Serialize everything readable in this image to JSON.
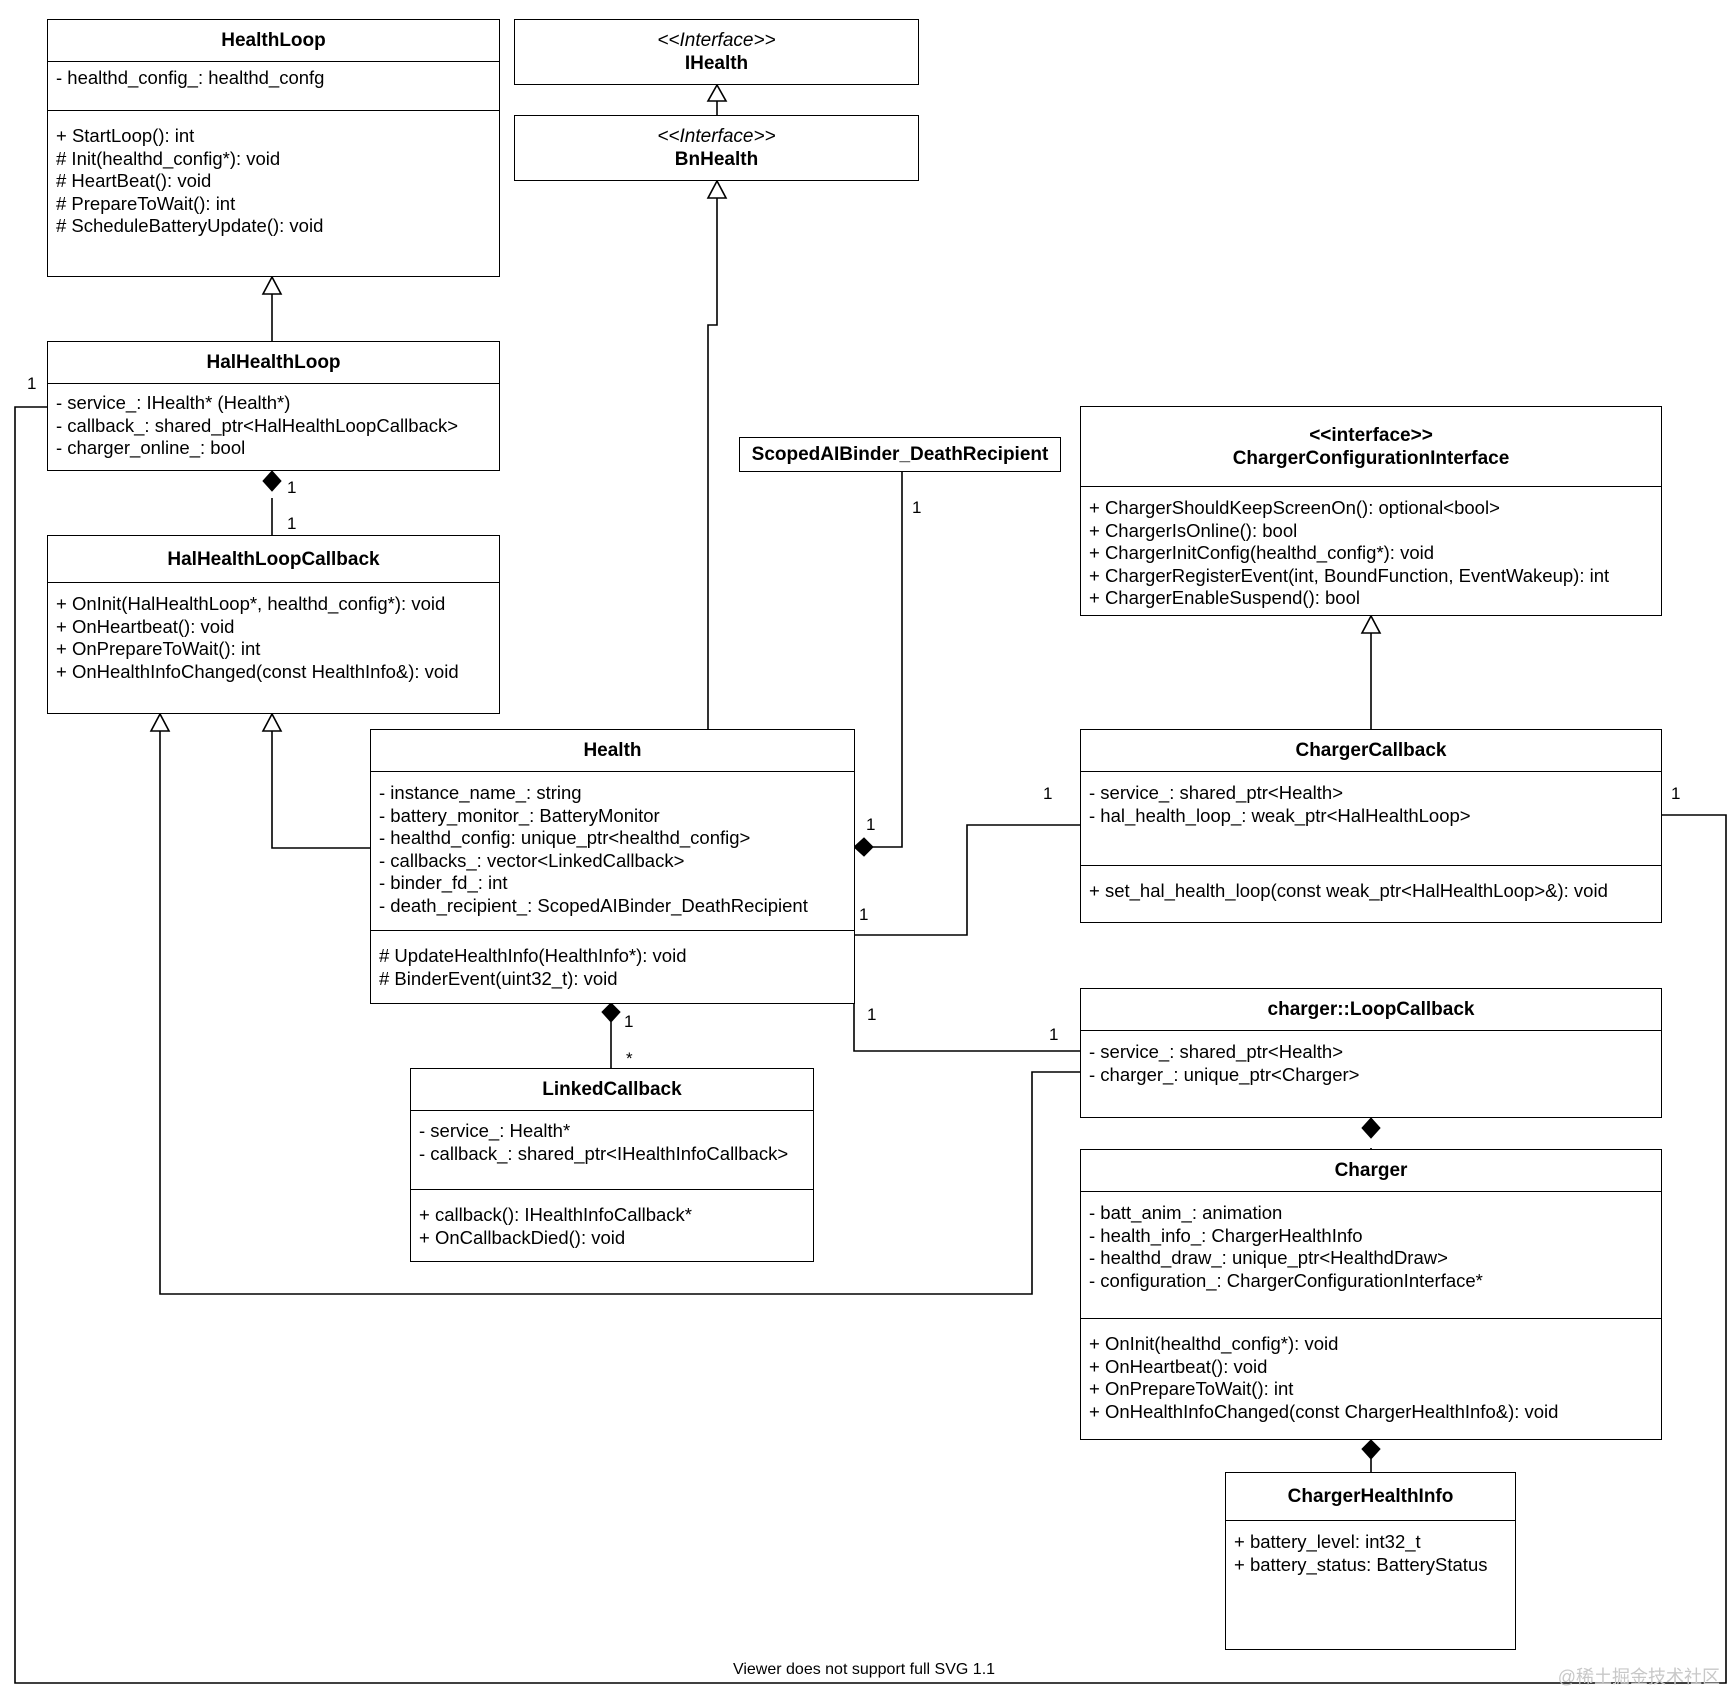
{
  "classes": {
    "healthloop": {
      "name": "HealthLoop",
      "attrs": [
        "- healthd_config_: healthd_confg"
      ],
      "ops": [
        "+ StartLoop(): int",
        "# Init(healthd_config*): void",
        "# HeartBeat(): void",
        "# PrepareToWait(): int",
        "# ScheduleBatteryUpdate(): void"
      ]
    },
    "ihealth": {
      "stereotype": "<<Interface>>",
      "name": "IHealth"
    },
    "bnhealth": {
      "stereotype": "<<Interface>>",
      "name": "BnHealth"
    },
    "halhealthloop": {
      "name": "HalHealthLoop",
      "attrs": [
        "- service_: IHealth* (Health*)",
        "- callback_: shared_ptr<HalHealthLoopCallback>",
        "- charger_online_: bool"
      ]
    },
    "halhealthloopcallback": {
      "name": "HalHealthLoopCallback",
      "ops": [
        "+ OnInit(HalHealthLoop*, healthd_config*): void",
        "+ OnHeartbeat(): void",
        "+ OnPrepareToWait(): int",
        "+ OnHealthInfoChanged(const HealthInfo&): void"
      ]
    },
    "scoped": {
      "name": "ScopedAIBinder_DeathRecipient"
    },
    "chargerconfig": {
      "stereotype": "<<interface>>",
      "name": "ChargerConfigurationInterface",
      "ops": [
        "+ ChargerShouldKeepScreenOn(): optional<bool>",
        "+ ChargerIsOnline(): bool",
        "+ ChargerInitConfig(healthd_config*): void",
        "+ ChargerRegisterEvent(int, BoundFunction, EventWakeup): int",
        "+ ChargerEnableSuspend(): bool"
      ]
    },
    "health": {
      "name": "Health",
      "attrs": [
        "- instance_name_: string",
        "- battery_monitor_: BatteryMonitor",
        "- healthd_config: unique_ptr<healthd_config>",
        "- callbacks_: vector<LinkedCallback>",
        "- binder_fd_: int",
        "- death_recipient_: ScopedAIBinder_DeathRecipient"
      ],
      "ops": [
        "# UpdateHealthInfo(HealthInfo*): void",
        "# BinderEvent(uint32_t): void"
      ]
    },
    "chargercallback": {
      "name": "ChargerCallback",
      "attrs": [
        "- service_: shared_ptr<Health>",
        "- hal_health_loop_: weak_ptr<HalHealthLoop>"
      ],
      "ops": [
        "+ set_hal_health_loop(const weak_ptr<HalHealthLoop>&): void"
      ]
    },
    "linkedcallback": {
      "name": "LinkedCallback",
      "attrs": [
        "- service_: Health*",
        "- callback_: shared_ptr<IHealthInfoCallback>"
      ],
      "ops": [
        "+ callback(): IHealthInfoCallback*",
        "+ OnCallbackDied(): void"
      ]
    },
    "loopcallback": {
      "name": "charger::LoopCallback",
      "attrs": [
        "- service_: shared_ptr<Health>",
        "- charger_: unique_ptr<Charger>"
      ]
    },
    "charger": {
      "name": "Charger",
      "attrs": [
        "- batt_anim_: animation",
        "- health_info_: ChargerHealthInfo",
        "- healthd_draw_: unique_ptr<HealthdDraw>",
        "- configuration_: ChargerConfigurationInterface*"
      ],
      "ops": [
        "+ OnInit(healthd_config*): void",
        "+ OnHeartbeat(): void",
        "+ OnPrepareToWait(): int",
        "+ OnHealthInfoChanged(const ChargerHealthInfo&): void"
      ]
    },
    "chargerhealthinfo": {
      "name": "ChargerHealthInfo",
      "attrs": [
        "+ battery_level: int32_t",
        "+ battery_status: BatteryStatus"
      ]
    }
  },
  "multiplicities": {
    "m_halloop_left": "1",
    "m_halloop_comp": "1",
    "m_halcb_comp": "1",
    "m_scoped_top": "1",
    "m_scoped_bottom": "1",
    "m_health_cc": "1",
    "m_cc_health": "1",
    "m_cc_right": "1",
    "m_health_lc": "1",
    "m_lc_health": "1",
    "m_health_comp_linked": "1",
    "m_linked_star": "*"
  },
  "footer": "Viewer does not support full SVG 1.1",
  "watermark": "@稀土掘金技术社区"
}
